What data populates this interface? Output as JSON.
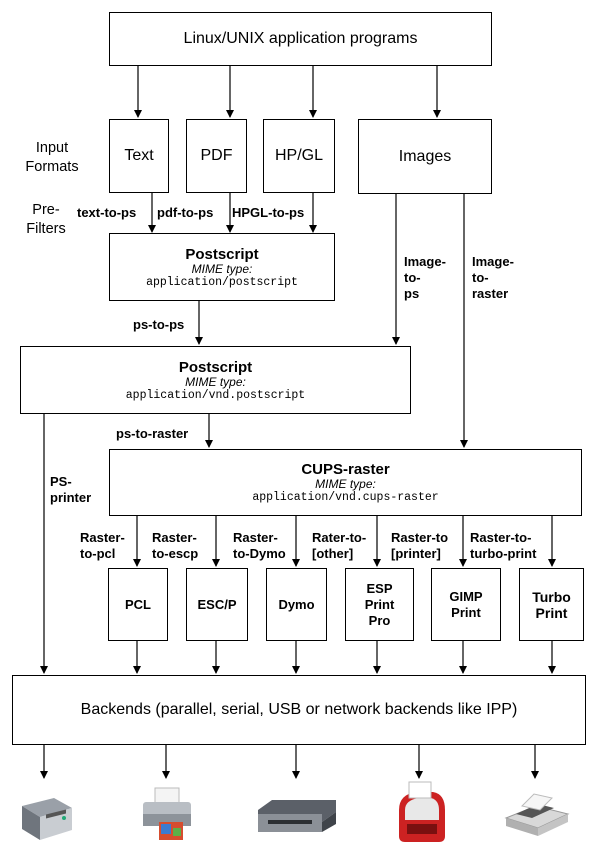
{
  "top": {
    "title": "Linux/UNIX application programs"
  },
  "side_labels": {
    "input_formats": "Input\nFormats",
    "pre_filters": "Pre-\nFilters"
  },
  "input_formats": [
    "Text",
    "PDF",
    "HP/GL",
    "Images"
  ],
  "prefilters": {
    "text": "text-to-ps",
    "pdf": "pdf-to-ps",
    "hpgl": "HPGL-to-ps",
    "image_to_ps": "Image-\nto-\nps",
    "image_to_raster": "Image-\nto-\nraster"
  },
  "postscript1": {
    "title": "Postscript",
    "mime_label": "MIME type:",
    "mime": "application/postscript"
  },
  "ps_to_ps": "ps-to-ps",
  "postscript2": {
    "title": "Postscript",
    "mime_label": "MIME type:",
    "mime": "application/vnd.postscript"
  },
  "ps_to_raster": "ps-to-raster",
  "ps_printer": "PS-\nprinter",
  "cups_raster": {
    "title": "CUPS-raster",
    "mime_label": "MIME type:",
    "mime": "application/vnd.cups-raster"
  },
  "raster_filters": [
    "Raster-\nto-pcl",
    "Raster-\nto-escp",
    "Raster-\nto-Dymo",
    "Rater-to-\n[other]",
    "Raster-to\n[printer]",
    "Raster-to-\nturbo-print"
  ],
  "drivers": [
    "PCL",
    "ESC/P",
    "Dymo",
    "ESP\nPrint\nPro",
    "GIMP\nPrint",
    "Turbo\nPrint"
  ],
  "backends": {
    "label": "Backends (parallel, serial, USB or network backends like IPP)"
  },
  "printers": [
    "laser-printer-image",
    "photo-inkjet-printer-image",
    "wide-format-printer-image",
    "label-printer-image",
    "dot-matrix-printer-image"
  ]
}
